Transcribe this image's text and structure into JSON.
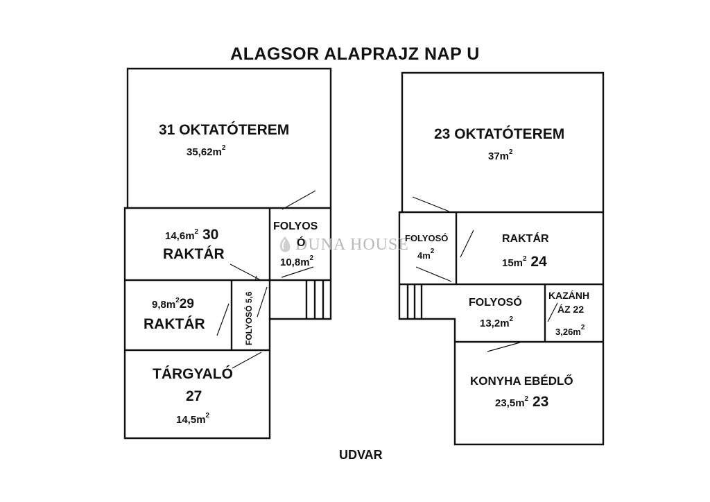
{
  "title": "ALAGSOR ALAPRAJZ NAP U",
  "rooms": {
    "r31": {
      "name": "31 OKTATÓTEREM",
      "area": "35,62m",
      "sup": "2"
    },
    "r23a": {
      "name": "23 OKTATÓTEREM",
      "area": "37m",
      "sup": "2"
    },
    "r30": {
      "area": "14,6m",
      "sup": "2",
      "num": " 30",
      "name": "RAKTÁR"
    },
    "folyos_left": {
      "name_line1": "FOLYOS",
      "name_line2": "Ó",
      "area": "10,8m",
      "sup": "2"
    },
    "folyoso_mid_right": {
      "name": "FOLYOSÓ",
      "area": "4m",
      "sup": "2"
    },
    "r24": {
      "name": "RAKTÁR",
      "area": "15m",
      "sup": "2",
      "num": " 24"
    },
    "r29": {
      "area": "9,8m",
      "sup": "2",
      "num": "29",
      "name": "RAKTÁR"
    },
    "folyoso_vert": {
      "name": "FOLYOSÓ 5,6"
    },
    "folyoso_right": {
      "name": "FOLYOSÓ",
      "area": "13,2m",
      "sup": "2"
    },
    "kazanhaz": {
      "line1": "KAZÁNH",
      "line2": "ÁZ 22",
      "area": "3,26m",
      "sup": "2"
    },
    "r27": {
      "name": "TÁRGYALÓ",
      "num": "27",
      "area": "14,5m",
      "sup": "2"
    },
    "konyha": {
      "name": "KONYHA EBÉDLŐ",
      "area": "23,5m",
      "sup": "2",
      "num": " 23"
    }
  },
  "courtyard": "UDVAR",
  "watermark": "DUNA HOUSE",
  "watermark_mark": "®"
}
